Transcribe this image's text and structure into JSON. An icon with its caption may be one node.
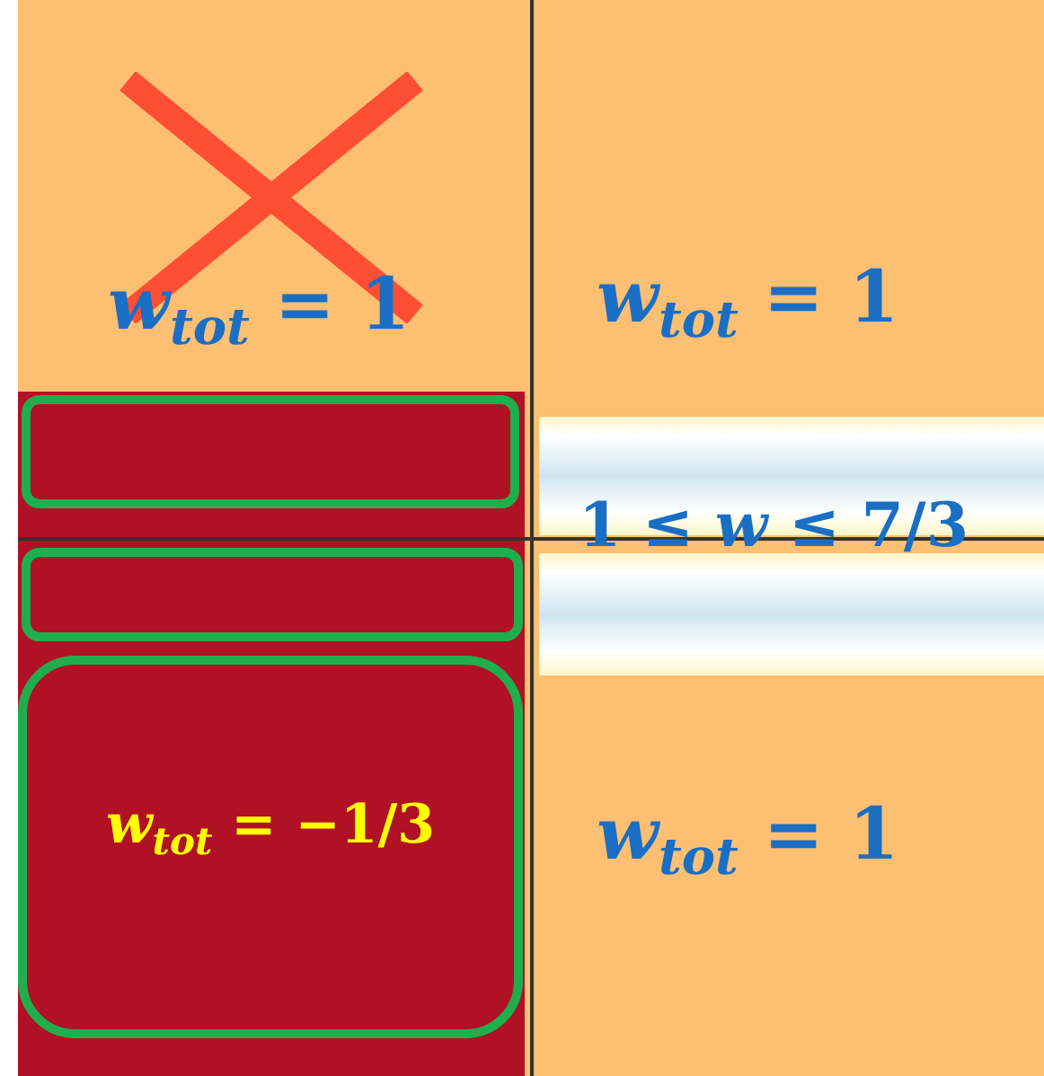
{
  "diagram": {
    "nodes": [
      {
        "text": [],
        "shape": "box"
      },
      {
        "text": [],
        "shape": "box"
      },
      {
        "text": [
          "*w*$_{tot}$ = −1/3"
        ]
      }
    ],
    "labels": [
      "*w*$_{tot}$ = 1",
      "*w*$_{tot}$ = 1",
      "1 ≤ *w* ≤ 7/3",
      "*w*$_{tot}$ = 1"
    ]
  }
}
